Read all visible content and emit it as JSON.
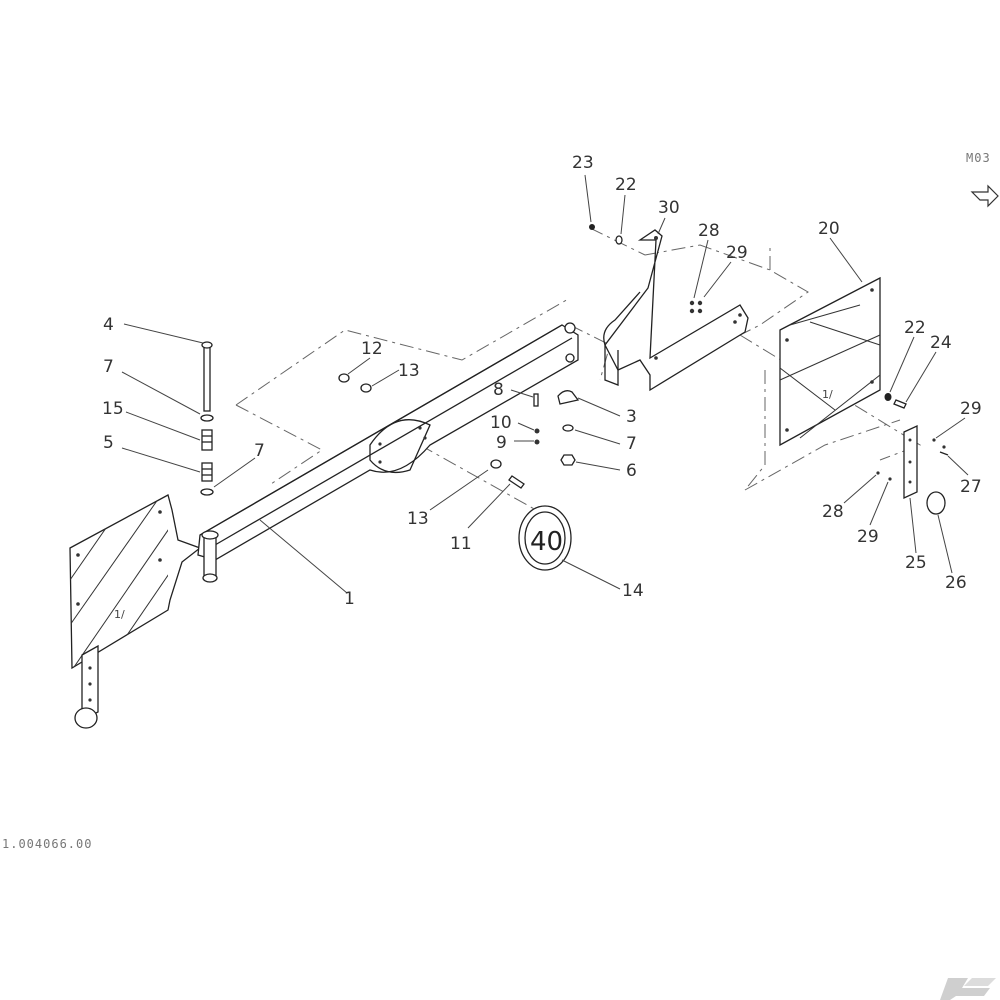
{
  "page_code": "M03",
  "drawing_number": "1.004066.00",
  "sign_text": "40",
  "mirror_marks": [
    "1/",
    "1/"
  ],
  "callouts": {
    "c1": "1",
    "c3": "3",
    "c4": "4",
    "c5": "5",
    "c6": "6",
    "c7a": "7",
    "c7b": "7",
    "c7c": "7",
    "c8": "8",
    "c9": "9",
    "c10": "10",
    "c11": "11",
    "c12": "12",
    "c13a": "13",
    "c13b": "13",
    "c14": "14",
    "c15": "15",
    "c20": "20",
    "c22a": "22",
    "c22b": "22",
    "c23": "23",
    "c24": "24",
    "c25": "25",
    "c26": "26",
    "c27": "27",
    "c28a": "28",
    "c28b": "28",
    "c29a": "29",
    "c29b": "29",
    "c29c": "29",
    "c30": "30"
  },
  "icons": {
    "next_page": "next-page-arrow-icon",
    "brand": "brand-logo-icon"
  }
}
